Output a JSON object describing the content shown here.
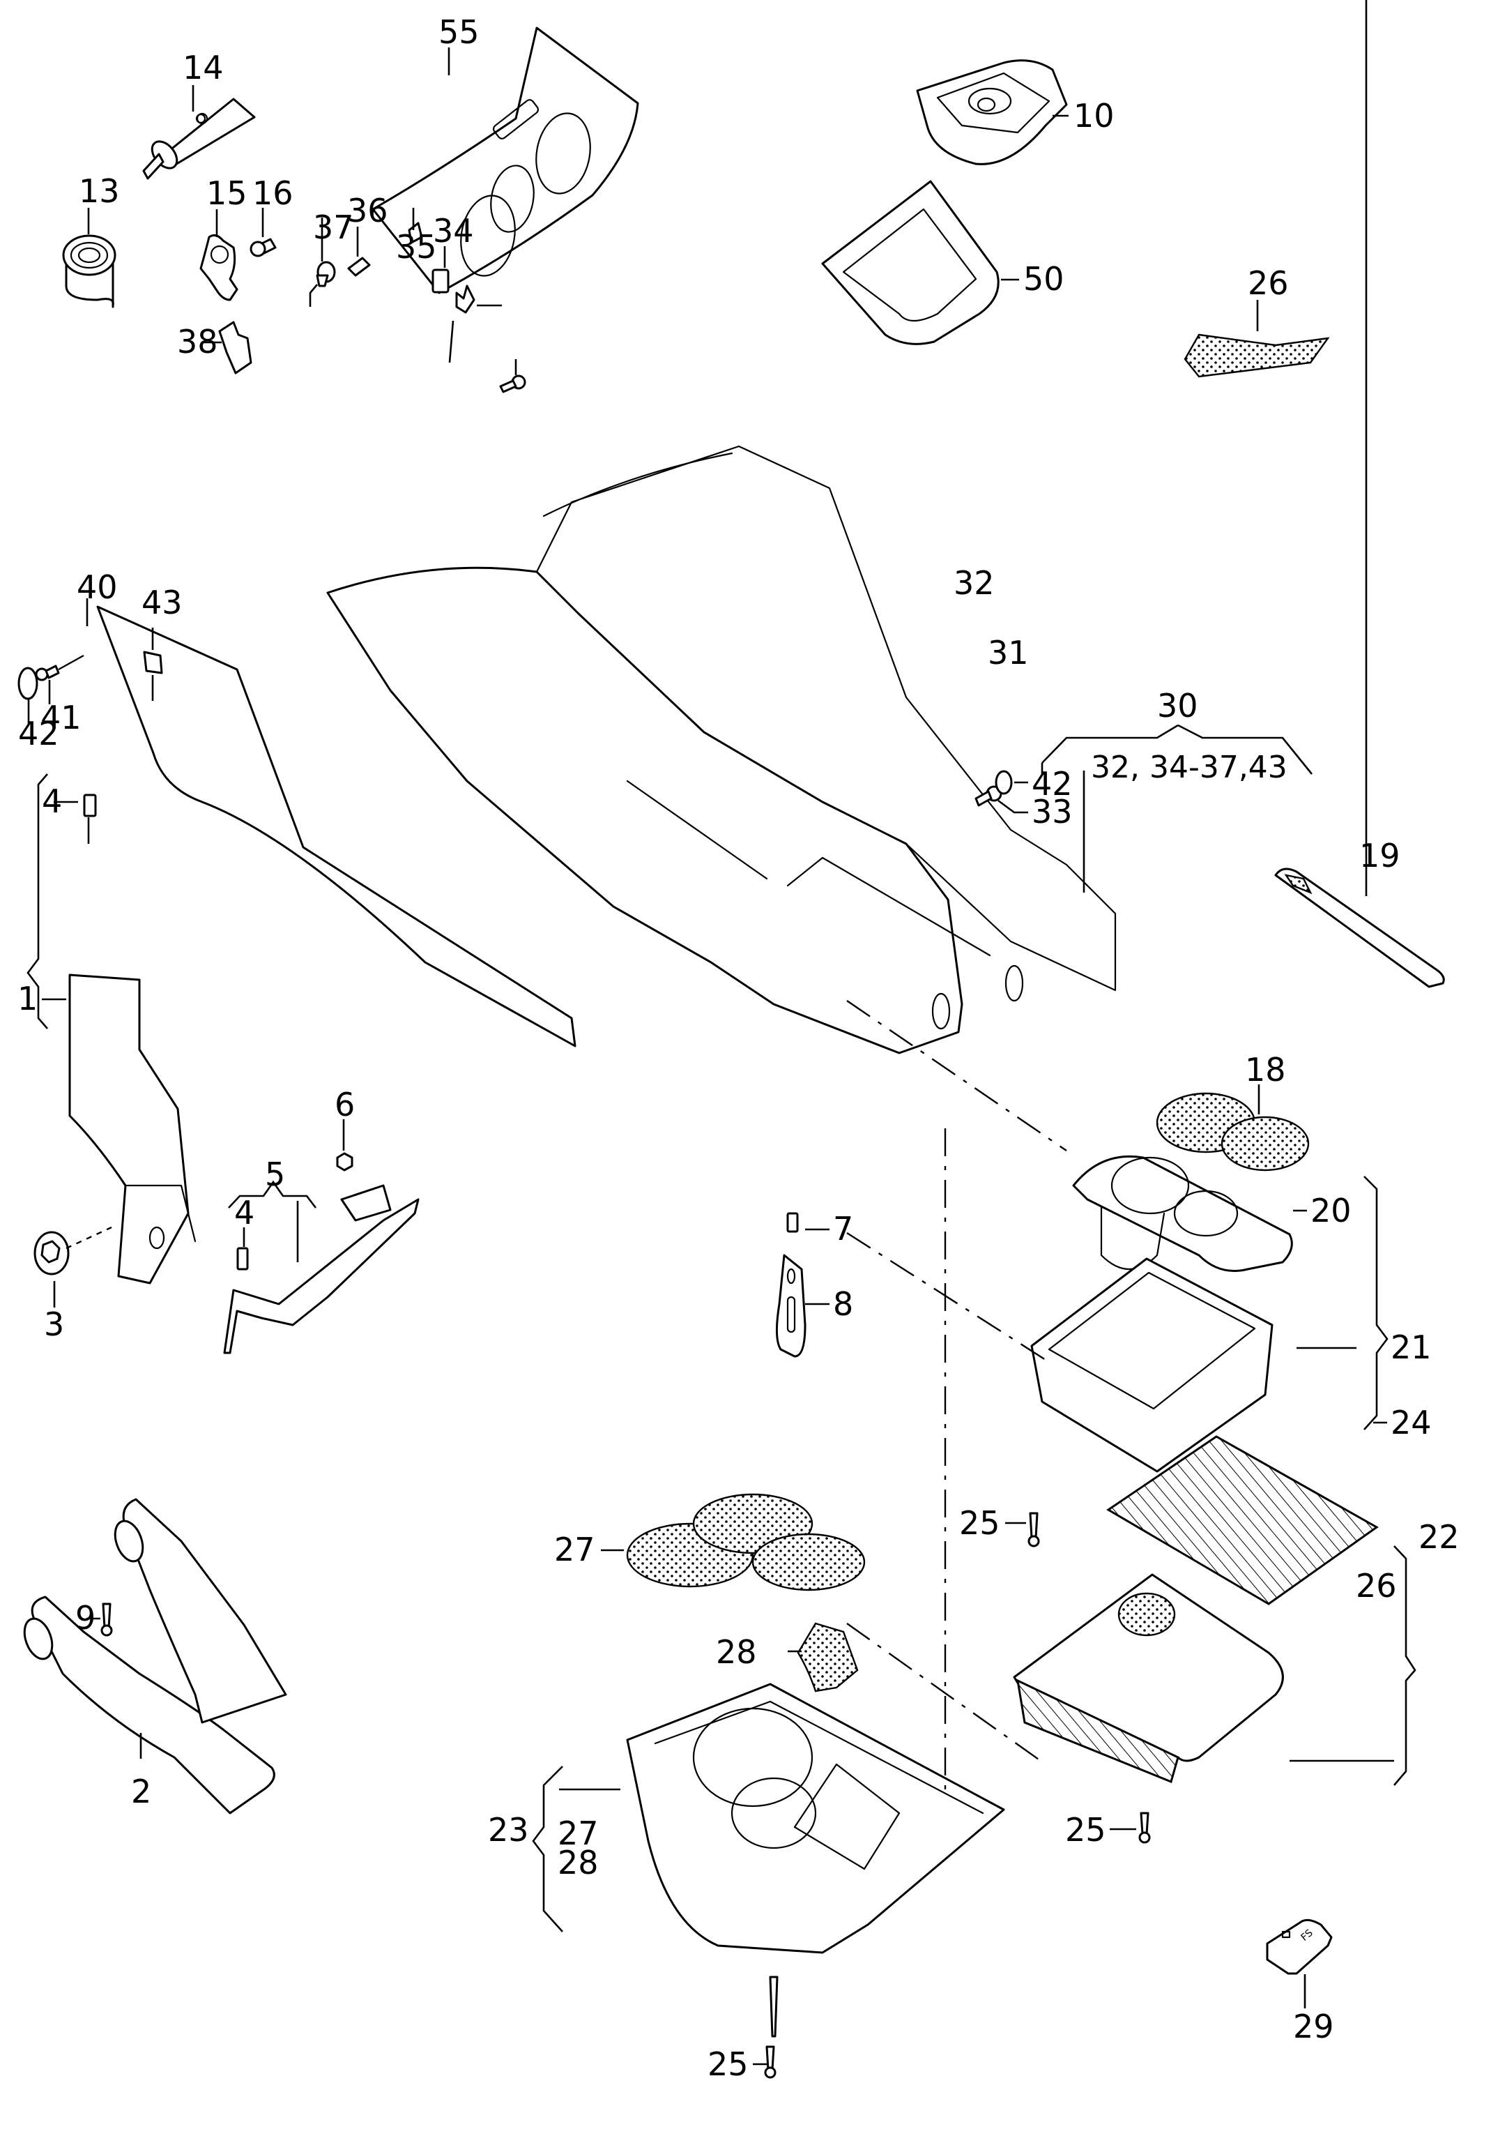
{
  "diagram": {
    "type": "exploded-parts-diagram",
    "subject": "center console assembly",
    "callouts": {
      "p1": "1",
      "p2": "2",
      "p3": "3",
      "p4a": "4",
      "p4b": "4",
      "p5": "5",
      "p6": "6",
      "p7": "7",
      "p8": "8",
      "p9": "9",
      "p10": "10",
      "p13": "13",
      "p14": "14",
      "p15": "15",
      "p16": "16",
      "p18": "18",
      "p19": "19",
      "p20": "20",
      "p21": "21",
      "p22": "22",
      "p23": "23",
      "p24": "24",
      "p25a": "25",
      "p25b": "25",
      "p25c": "25",
      "p26a": "26",
      "p26b": "26",
      "p27a": "27",
      "p27b": "27",
      "p28a": "28",
      "p28b": "28",
      "p29": "29",
      "p30": "30",
      "p30_includes": "32, 34-37,43",
      "p31": "31",
      "p32": "32",
      "p33": "33",
      "p34": "34",
      "p35": "35",
      "p36": "36",
      "p37": "37",
      "p38": "38",
      "p40": "40",
      "p41": "41",
      "p42a": "42",
      "p42b": "42",
      "p43": "43",
      "p50": "50",
      "p55": "55"
    },
    "part_markings": {
      "tube_logo": "VW",
      "button_29": "FS"
    }
  }
}
